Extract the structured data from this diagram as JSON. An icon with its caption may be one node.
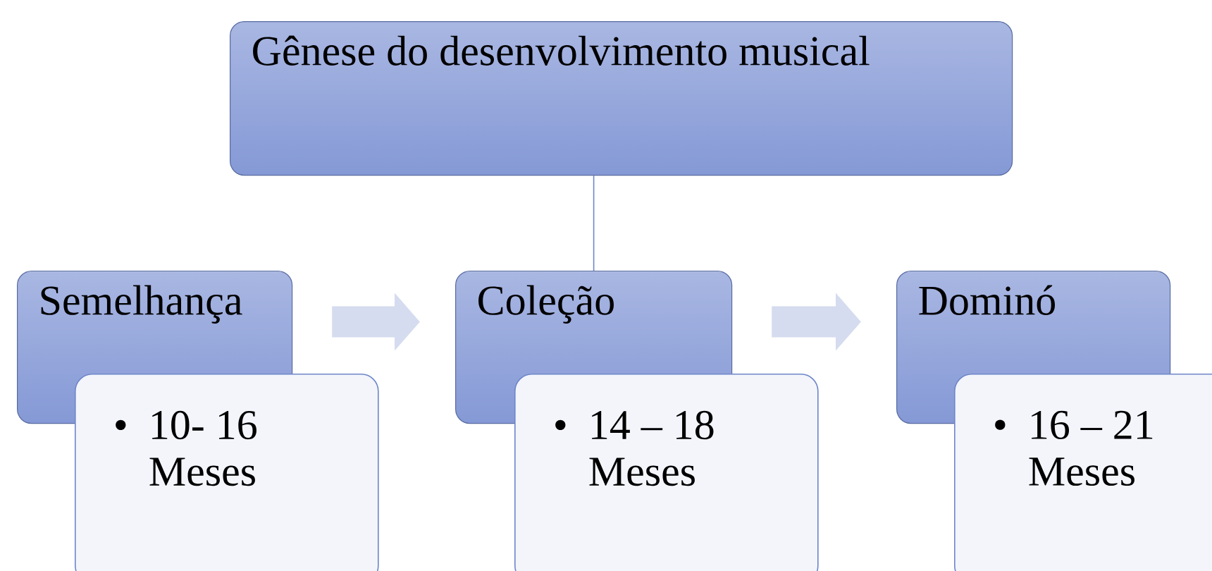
{
  "diagram": {
    "nodes": [
      {
        "text": [
          "Gênese do desenvolvimento musical"
        ]
      },
      {
        "text": [
          "Semelhança"
        ]
      },
      {
        "text": [
          "Coleção"
        ]
      },
      {
        "text": [
          "Dominó"
        ]
      },
      {
        "text": [
          "•",
          "10- 16 Meses"
        ]
      },
      {
        "text": [
          "•",
          "14 – 18 Meses"
        ]
      },
      {
        "text": [
          "•",
          "16 – 21 Meses"
        ]
      }
    ],
    "edges": [
      {
        "from": 0,
        "to": 2,
        "arrow": "none",
        "color": "#6e86c9"
      },
      {
        "from": 1,
        "to": 2,
        "arrow": "to",
        "color": "#d5dcef"
      },
      {
        "from": 2,
        "to": 3,
        "arrow": "to",
        "color": "#d5dcef"
      }
    ]
  }
}
